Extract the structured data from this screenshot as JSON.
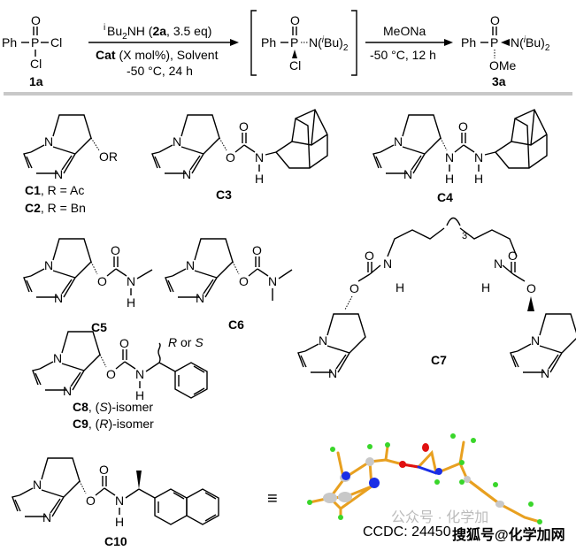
{
  "scheme": {
    "reactant": {
      "ph": "Ph",
      "p": "P",
      "o": "O",
      "cl1": "Cl",
      "cl2": "Cl",
      "label": "1a"
    },
    "step1": {
      "reagent": "Bu2NH (2a, 3.5 eq)",
      "reagent_prefix": "i",
      "reagent_main": "Bu",
      "reagent_sub": "2",
      "reagent_rest": "NH (",
      "reagent_bold": "2a",
      "reagent_tail": ", 3.5 eq)",
      "cat": "Cat",
      "cat_rest": " (X mol%), Solvent",
      "conditions": "-50 °C, 24 h"
    },
    "intermediate": {
      "ph": "Ph",
      "p": "P",
      "o": "O",
      "n": "N(",
      "i": "i",
      "bu": "Bu)",
      "sub": "2",
      "cl": "Cl"
    },
    "step2": {
      "reagent": "MeONa",
      "conditions": "-50 °C, 12 h"
    },
    "product": {
      "ph": "Ph",
      "p": "P",
      "o": "O",
      "n": "N(",
      "i": "i",
      "bu": "Bu)",
      "sub": "2",
      "ome": "OMe",
      "label": "3a"
    }
  },
  "catalysts": {
    "c1": {
      "label": "C1",
      "text": ", R = Ac",
      "or": "OR"
    },
    "c2": {
      "label": "C2",
      "text": ", R = Bn"
    },
    "c3": {
      "label": "C3"
    },
    "c4": {
      "label": "C4"
    },
    "c5": {
      "label": "C5"
    },
    "c6": {
      "label": "C6"
    },
    "c7": {
      "label": "C7",
      "repeat": "3"
    },
    "c8": {
      "label": "C8",
      "text_a": ", (",
      "stereo": "S",
      "text_b": ")-isomer"
    },
    "c9": {
      "label": "C9",
      "text_a": ", (",
      "stereo": "R",
      "text_b": ")-isomer"
    },
    "c8c9_note": {
      "r": "R",
      "or": " or ",
      "s": "S"
    },
    "c10": {
      "label": "C10"
    }
  },
  "atoms": {
    "N": "N",
    "O": "O",
    "H": "H"
  },
  "crystal": {
    "equiv": "≡",
    "ccdc": "CCDC: 24450",
    "watermark": "搜狐号@化学加网",
    "watermark_faint": "公众号 · 化学加"
  },
  "colors": {
    "carbon": "#c8c8c8",
    "bond": "#e8a020",
    "nitrogen": "#1a2ee6",
    "oxygen": "#e01010",
    "hydrogen": "#39d62a",
    "divider": "#c8c8c8"
  }
}
